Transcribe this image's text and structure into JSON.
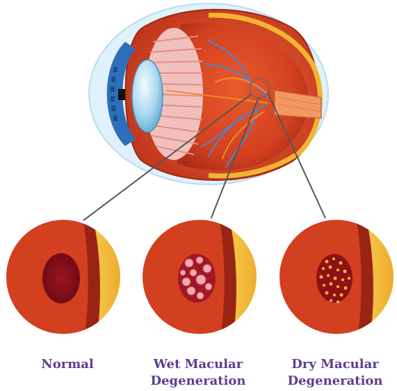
{
  "captions": {
    "normal": {
      "line1": "Normal"
    },
    "wet": {
      "line1": "Wet Macular",
      "line2": "Degeneration"
    },
    "dry": {
      "line1": "Dry Macular",
      "line2": "Degeneration"
    }
  },
  "colors": {
    "caption_text": "#5b3f8f",
    "retina_red": "#d2401f",
    "sclera_yellow": "#f5b52e",
    "macula_dark": "#8a0e1a",
    "leader_line": "#555555"
  },
  "icons": {
    "eye": "eye-cross-section-icon",
    "normal": "normal-macula-icon",
    "wet": "wet-macula-icon",
    "dry": "dry-macula-icon"
  }
}
